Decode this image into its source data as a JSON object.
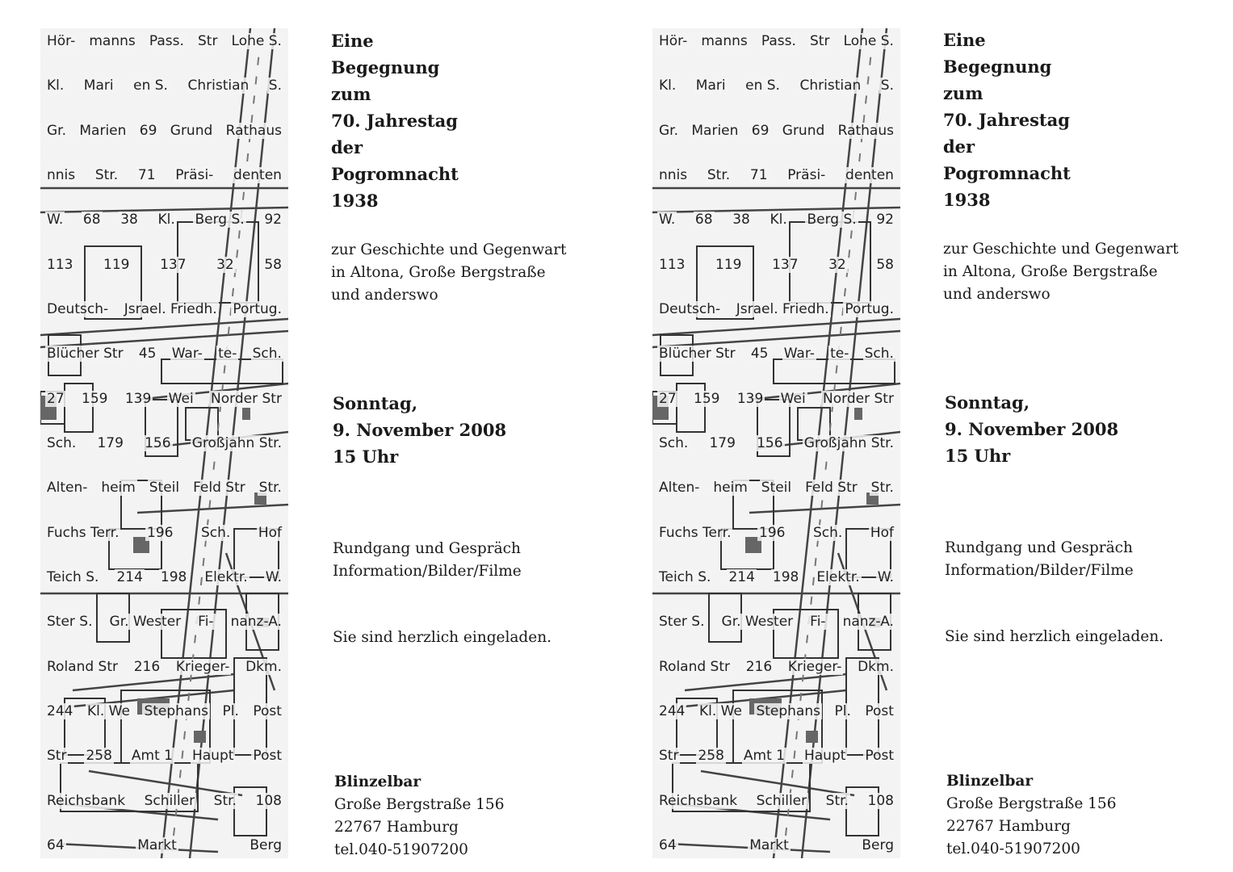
{
  "flyer": {
    "title_lines": [
      "Eine",
      "Begegnung",
      "zum",
      "70. Jahrestag",
      "der",
      "Pogromnacht",
      "1938"
    ],
    "subtitle_lines": [
      "zur Geschichte und Gegenwart",
      "in Altona, Große Bergstraße",
      "und anderswo"
    ],
    "date_lines": [
      "Sonntag,",
      "9. November 2008",
      "15 Uhr"
    ],
    "program_lines": [
      "Rundgang und Gespräch",
      "Information/Bilder/Filme"
    ],
    "invitation": "Sie sind herzlich eingeladen.",
    "venue": {
      "name": "Blinzelbar",
      "street": "Große Bergstraße 156",
      "city": "22767 Hamburg",
      "phone": "tel.040-51907200"
    }
  },
  "map_labels": [
    "Hör-",
    "manns",
    "Pass.",
    "Str",
    "Lohe S.",
    "Kl.",
    "Mari",
    "en S.",
    "Christian",
    "S.",
    "Gr.",
    "Marien",
    "69",
    "Grund",
    "Rathaus",
    "nnis",
    "Str.",
    "71",
    "Präsi-",
    "denten",
    "W.",
    "68",
    "38",
    "Kl.",
    "Berg S.",
    "92",
    "113",
    "119",
    "137",
    "32",
    "58",
    "Deutsch-",
    "Jsrael. Friedh.",
    "Portug.",
    "Blücher Str",
    "45",
    "War-",
    "te-",
    "Sch.",
    "27",
    "159",
    "139",
    "Wei",
    "Norder Str",
    "Sch.",
    "179",
    "156",
    "Großjahn Str.",
    "Alten-",
    "heim",
    "Steil",
    "Feld Str",
    "Str.",
    "Fuchs Terr.",
    "196",
    "Sch.",
    "Hof",
    "Teich S.",
    "214",
    "198",
    "Elektr.",
    "W.",
    "Ster S.",
    "Gr. Wester",
    "Fi-",
    "nanz-A.",
    "Roland Str",
    "216",
    "Krieger-",
    "Dkm.",
    "244",
    "Kl. We",
    "Stephans",
    "Pl.",
    "Post",
    "Str",
    "258",
    "Amt 1",
    "Haupt",
    "Post",
    "Reichsbank",
    "Schiller",
    "Str.",
    "108",
    "64",
    "Markt",
    "Berg"
  ]
}
